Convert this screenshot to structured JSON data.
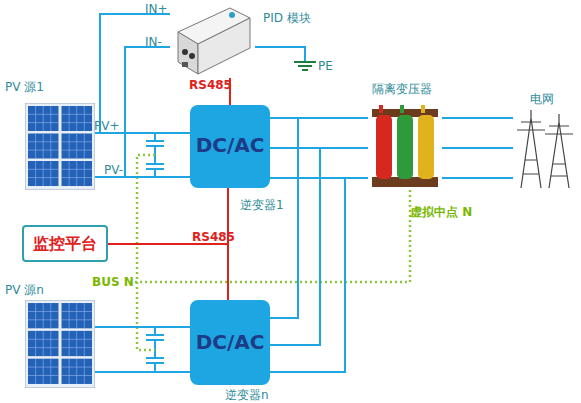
{
  "diagram": {
    "nodes": [
      {
        "text": [
          "PID 模块"
        ]
      },
      {
        "text": [
          "PV 源1"
        ]
      },
      {
        "text": [
          "DC/AC",
          "逆变器1"
        ]
      },
      {
        "text": [
          "隔离变压器"
        ]
      },
      {
        "text": [
          "电网"
        ]
      },
      {
        "text": [
          "监控平台"
        ]
      },
      {
        "text": [
          "PV 源n"
        ]
      },
      {
        "text": [
          "DC/AC",
          "逆变器n"
        ]
      }
    ],
    "edges": [
      {
        "from": 0,
        "to": 2,
        "arrow": "none",
        "label": "RS485"
      },
      {
        "from": 0,
        "to": 1,
        "arrow": "none",
        "label": "IN+"
      },
      {
        "from": 0,
        "to": 1,
        "arrow": "none",
        "label": "IN-"
      },
      {
        "from": 1,
        "to": 2,
        "arrow": "none",
        "label": "PV+"
      },
      {
        "from": 1,
        "to": 2,
        "arrow": "none",
        "label": "PV-"
      },
      {
        "from": 2,
        "to": 3,
        "arrow": "none"
      },
      {
        "from": 7,
        "to": 3,
        "arrow": "none"
      },
      {
        "from": 3,
        "to": 4,
        "arrow": "none"
      },
      {
        "from": 5,
        "to": 2,
        "arrow": "none",
        "label": "RS485"
      },
      {
        "from": 5,
        "to": 7,
        "arrow": "none"
      },
      {
        "from": 6,
        "to": 7,
        "arrow": "none"
      }
    ],
    "labels": [
      "PE",
      "BUS N",
      "虚拟中点 N"
    ]
  }
}
